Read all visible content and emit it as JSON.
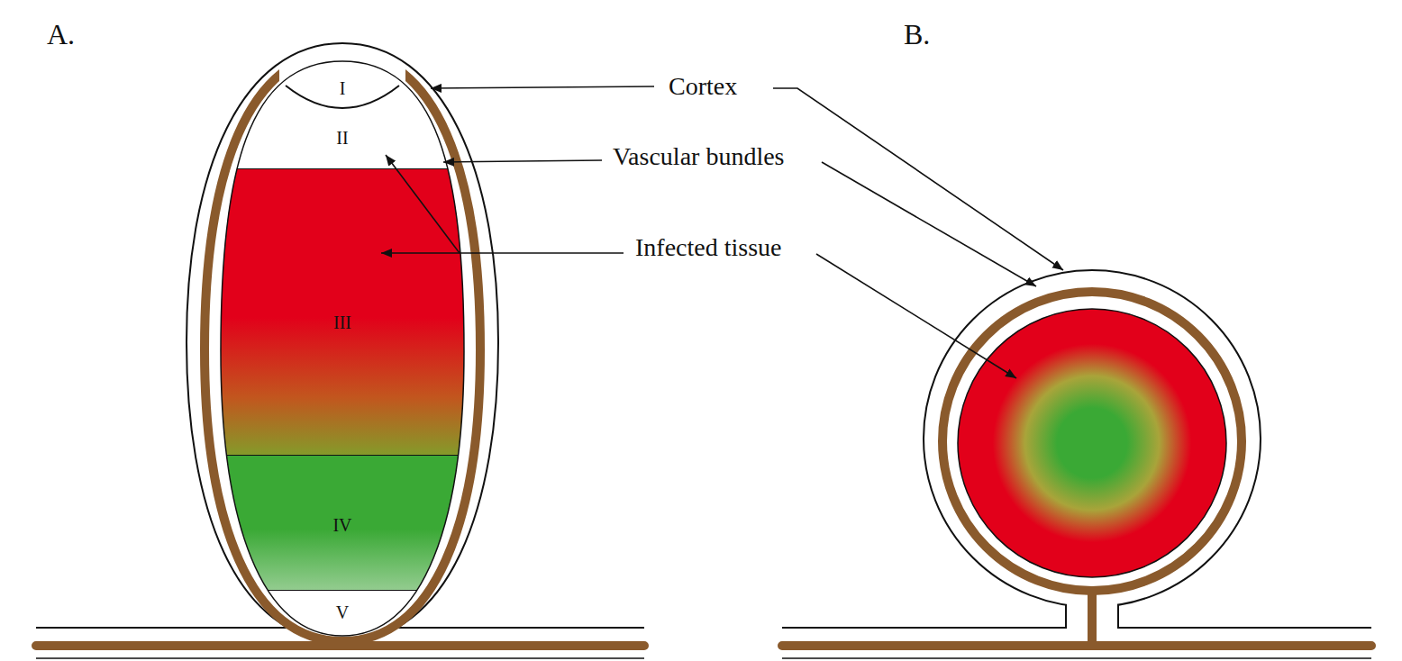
{
  "diagram": {
    "nodes": [
      {
        "text": [
          "I"
        ]
      },
      {
        "text": [
          "II"
        ]
      },
      {
        "text": [
          "III"
        ]
      },
      {
        "text": [
          "IV"
        ]
      },
      {
        "text": [
          "V"
        ]
      }
    ],
    "labels": [
      "A.",
      "B.",
      "Cortex",
      "Vascular bundles",
      "Infected tissue"
    ]
  }
}
